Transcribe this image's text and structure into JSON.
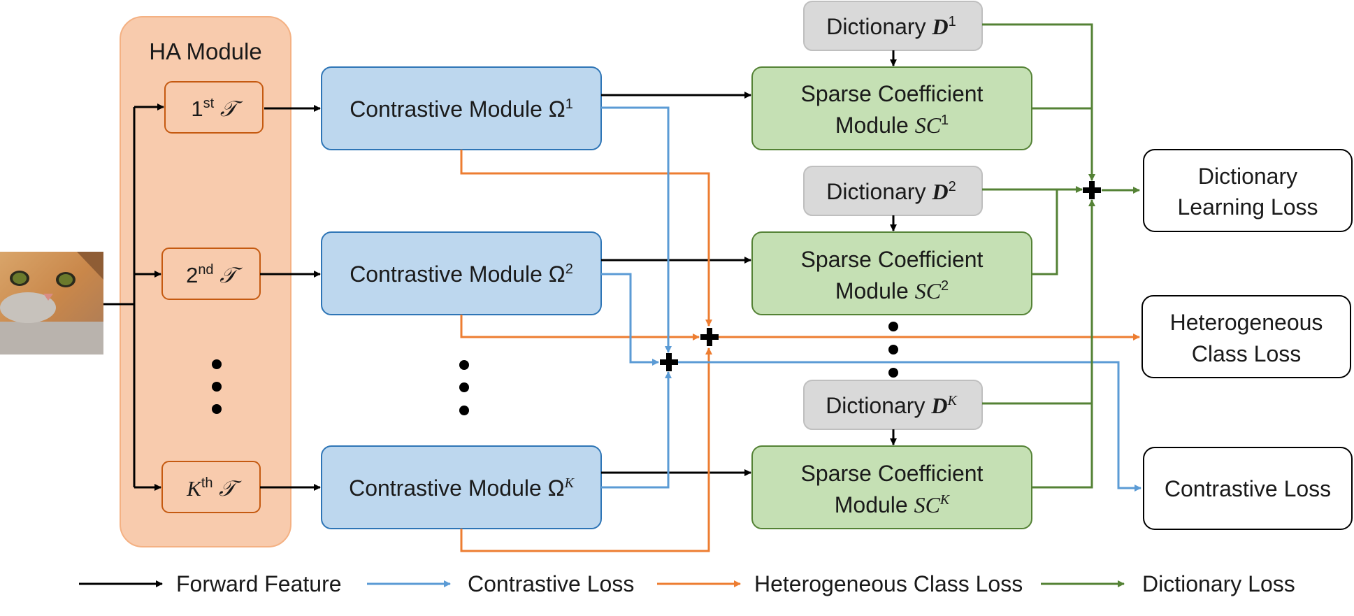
{
  "colors": {
    "forward": "#000000",
    "contrastive": "#5b9bd5",
    "heterogeneous": "#ed7d31",
    "dictionary": "#548235",
    "ha_fill": "#f8cbad",
    "ha_stroke": "#f4b183",
    "transform_stroke": "#c55a11",
    "contrastive_fill": "#bdd7ee",
    "contrastive_stroke": "#2e75b6",
    "dict_fill": "#d9d9d9",
    "dict_stroke": "#bfbfbf",
    "sparse_fill": "#c5e0b4",
    "sparse_stroke": "#548235",
    "loss_stroke": "#000000"
  },
  "input_image": {
    "icon": "cat-photo"
  },
  "ha_module": {
    "title": "HA Module",
    "transforms": [
      {
        "index": "1",
        "suffix": "st",
        "symbol": "𝒯"
      },
      {
        "index": "2",
        "suffix": "nd",
        "symbol": "𝒯"
      },
      {
        "index": "K",
        "suffix": "th",
        "symbol": "𝒯"
      }
    ]
  },
  "contrastive_modules": [
    {
      "label": "Contrastive Module Ω",
      "sup": "1"
    },
    {
      "label": "Contrastive Module Ω",
      "sup": "2"
    },
    {
      "label": "Contrastive Module Ω",
      "sup": "K"
    }
  ],
  "dictionaries": [
    {
      "label": "Dictionary ",
      "symbol": "D",
      "sup": "1"
    },
    {
      "label": "Dictionary ",
      "symbol": "D",
      "sup": "2"
    },
    {
      "label": "Dictionary ",
      "symbol": "D",
      "sup": "K"
    }
  ],
  "sparse_modules": [
    {
      "line1": "Sparse Coefficient",
      "line2": "Module ",
      "symbol": "SC",
      "sup": "1"
    },
    {
      "line1": "Sparse Coefficient",
      "line2": "Module ",
      "symbol": "SC",
      "sup": "2"
    },
    {
      "line1": "Sparse Coefficient",
      "line2": "Module ",
      "symbol": "SC",
      "sup": "K"
    }
  ],
  "losses": {
    "dictionary": {
      "line1": "Dictionary",
      "line2": "Learning Loss"
    },
    "heterogeneous": {
      "line1": "Heterogeneous",
      "line2": "Class Loss"
    },
    "contrastive": {
      "line1": "Contrastive Loss"
    }
  },
  "legend": [
    {
      "label": "Forward Feature",
      "color_key": "forward"
    },
    {
      "label": "Contrastive Loss",
      "color_key": "contrastive"
    },
    {
      "label": "Heterogeneous Class Loss",
      "color_key": "heterogeneous"
    },
    {
      "label": "Dictionary Loss",
      "color_key": "dictionary"
    }
  ]
}
